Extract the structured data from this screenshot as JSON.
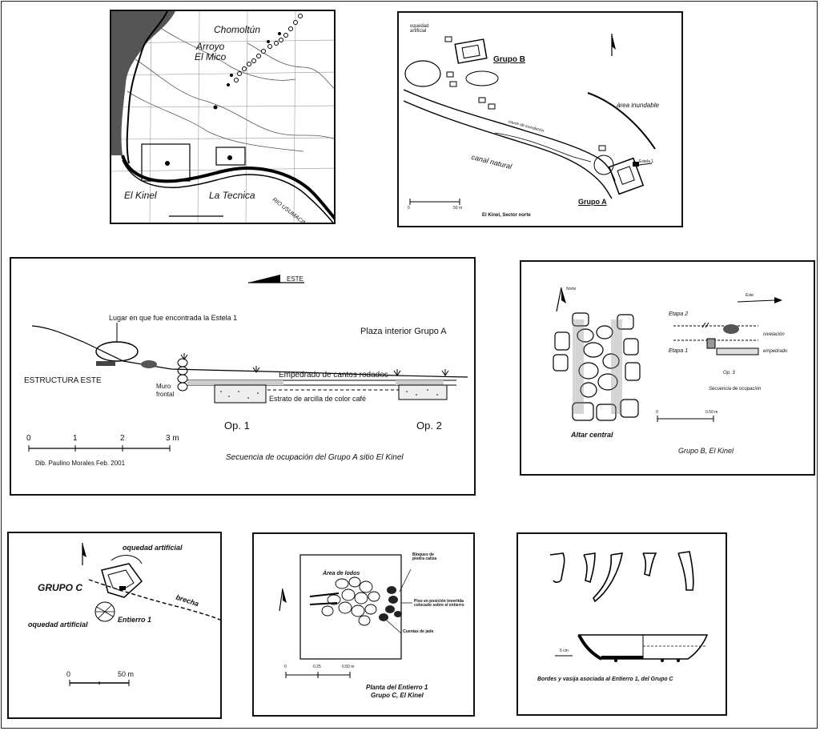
{
  "panel1": {
    "place_chomoltun": "Chomoltún",
    "place_arroyo": "Arroyo",
    "place_el_mico": "El Mico",
    "place_el_kinel": "El Kinel",
    "place_la_tecnica": "La Tecnica",
    "river": "RIO USUMACINTA"
  },
  "panel2": {
    "oquedad": "oquedad artificial",
    "grupo_b": "Grupo B",
    "area_inundable": "área inundable",
    "cauce": "cauce de inundación",
    "canal": "canal natural",
    "estela": "Estela 1",
    "grupo_a": "Grupo A",
    "scale_0": "0",
    "scale_50": "50 m",
    "caption": "El Kinel, Sector norte"
  },
  "panel3": {
    "este": "ESTE",
    "lugar": "Lugar en que fue encontrada la Estela 1",
    "plaza": "Plaza interior  Grupo A",
    "estructura": "ESTRUCTURA ESTE",
    "muro_1": "Muro",
    "muro_2": "frontal",
    "empedrado": "Empedrado de cantos rodados",
    "estrato": "Estrato de arcilla de color café",
    "op1": "Op. 1",
    "op2": "Op. 2",
    "scale_0": "0",
    "scale_1": "1",
    "scale_2": "2",
    "scale_3": "3 m",
    "credit": "Dib. Paulino Morales  Feb.  2001",
    "caption": "Secuencia de ocupación del Grupo A  sitio El Kinel"
  },
  "panel4": {
    "norte": "Norte",
    "este": "Este",
    "etapa2": "Etapa 2",
    "etapa1": "Etapa 1",
    "nivelacion": "nivelación",
    "empedrado": "empedrado",
    "op3": "Op. 3",
    "secuencia": "Secuencia de ocupación",
    "altar": "Altar central",
    "scale_0": "0",
    "scale_50": "0.50 m",
    "caption": "Grupo B, El Kinel"
  },
  "panel5": {
    "oquedad_top": "oquedad artificial",
    "grupo_c": "GRUPO C",
    "brecha": "brecha",
    "entierro": "Entierro 1",
    "oquedad_bottom": "oquedad artificial",
    "scale_0": "0",
    "scale_50": "50 m"
  },
  "panel6": {
    "area_lodo": "Área de lodos",
    "bloques": "Bloques de piedra caliza",
    "piso": "Piso en posición invertida colocado sobre el entierro",
    "cuentas": "Cuentas de jade",
    "scale_0": "0",
    "scale_025": "0.25",
    "scale_050": "0.50 m",
    "caption_1": "Planta del Entierro 1",
    "caption_2": "Grupo C, El Kinel"
  },
  "panel7": {
    "scale": "5 cm",
    "caption": "Bordes y vasija asociada al Entierro 1, del Grupo C"
  }
}
